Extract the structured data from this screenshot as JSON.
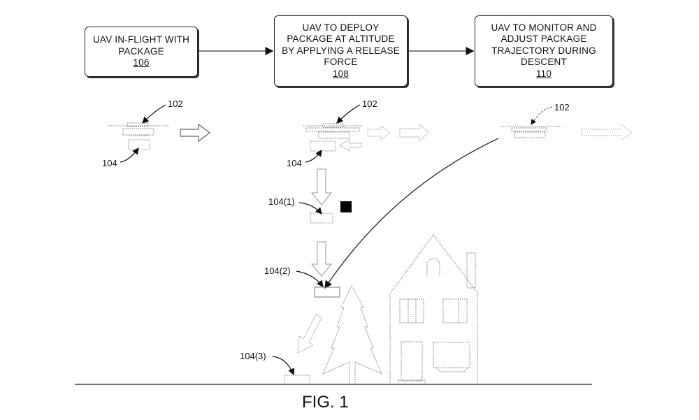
{
  "figure": {
    "caption": "FIG. 1",
    "steps": [
      {
        "text_lines": [
          "UAV IN-FLIGHT WITH",
          "PACKAGE"
        ],
        "ref": "106"
      },
      {
        "text_lines": [
          "UAV TO DEPLOY",
          "PACKAGE AT ALTITUDE",
          "BY APPLYING A RELEASE",
          "FORCE"
        ],
        "ref": "108"
      },
      {
        "text_lines": [
          "UAV TO MONITOR AND",
          "ADJUST PACKAGE",
          "TRAJECTORY DURING",
          "DESCENT"
        ],
        "ref": "110"
      }
    ],
    "labels": {
      "uav_1": "102",
      "uav_2": "102",
      "uav_3": "102",
      "package_1": "104",
      "package_2": "104",
      "package_stage_1": "104(1)",
      "package_stage_2": "104(2)",
      "package_stage_3": "104(3)"
    }
  }
}
